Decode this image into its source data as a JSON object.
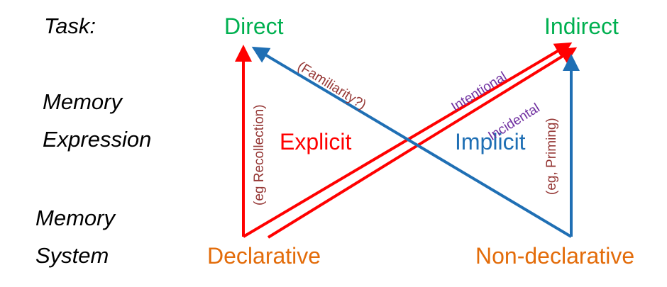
{
  "labels": {
    "task": "Task:",
    "memory_expression_1": "Memory",
    "memory_expression_2": "Expression",
    "memory_system_1": "Memory",
    "memory_system_2": "System"
  },
  "tasks": {
    "direct": "Direct",
    "indirect": "Indirect"
  },
  "systems": {
    "declarative": "Declarative",
    "non_declarative": "Non-declarative"
  },
  "expressions": {
    "explicit": "Explicit",
    "implicit": "Implicit"
  },
  "annotations": {
    "recollection": "(eg Recollection)",
    "familiarity": "(Familiarity?)",
    "intentional": "Intentional",
    "incidental": "Incidental",
    "priming": "(eg, Priming)"
  },
  "colors": {
    "task": "#00b050",
    "system": "#e36c0a",
    "explicit_arrow": "#ff0000",
    "implicit_arrow": "#1f6fb4",
    "annotation_brown": "#953735",
    "annotation_purple": "#7030a0"
  }
}
